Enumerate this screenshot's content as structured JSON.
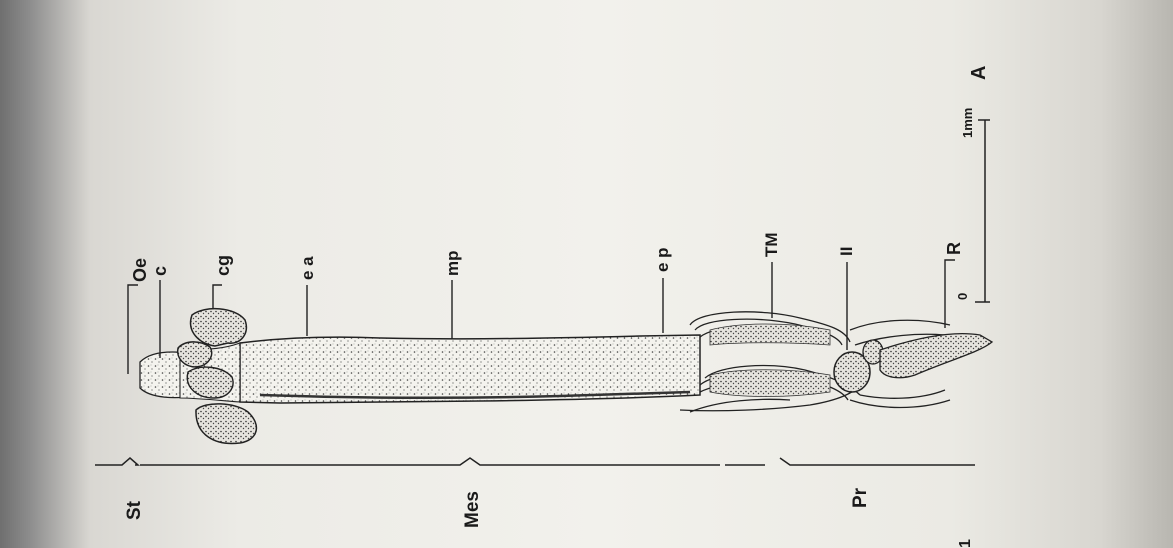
{
  "figure": {
    "panel_label": "A",
    "scale_bar": {
      "zero_label": "0",
      "unit_label": "1mm"
    },
    "structure_labels": {
      "oe": "Oe",
      "c": "c",
      "cg": "cg",
      "ea": "e a",
      "mp": "mp",
      "ep": "e p",
      "tm": "TM",
      "ii": "II",
      "r": "R"
    },
    "region_labels": {
      "st": "St",
      "mes": "Mes",
      "pr": "Pr"
    },
    "page_fragment": "1"
  }
}
